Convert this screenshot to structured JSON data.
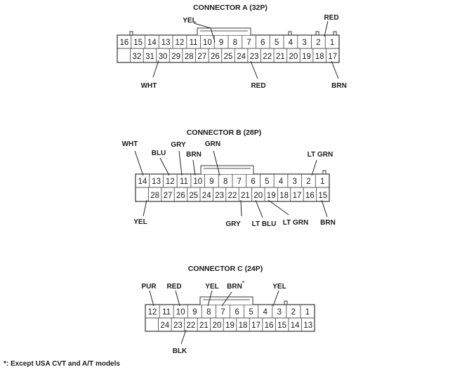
{
  "connectors": [
    {
      "id": "a",
      "title": "CONNECTOR A (32P)",
      "top_row": [
        "16",
        "15",
        "14",
        "13",
        "12",
        "11",
        "10",
        "9",
        "8",
        "7",
        "6",
        "5",
        "4",
        "3",
        "2",
        "1"
      ],
      "bottom_row": [
        "",
        "32",
        "31",
        "30",
        "29",
        "28",
        "27",
        "26",
        "25",
        "24",
        "23",
        "22",
        "21",
        "20",
        "19",
        "18",
        "17"
      ],
      "wires": [
        {
          "label": "YEL",
          "pin": "9"
        },
        {
          "label": "RED",
          "pin": "1"
        },
        {
          "label": "WHT",
          "pin": "30"
        },
        {
          "label": "RED",
          "pin": "23"
        },
        {
          "label": "BRN",
          "pin": "17"
        }
      ]
    },
    {
      "id": "b",
      "title": "CONNECTOR B (28P)",
      "top_row": [
        "14",
        "13",
        "12",
        "11",
        "10",
        "9",
        "8",
        "7",
        "6",
        "5",
        "4",
        "3",
        "2",
        "1"
      ],
      "bottom_row": [
        "",
        "28",
        "27",
        "26",
        "25",
        "24",
        "23",
        "22",
        "21",
        "20",
        "19",
        "18",
        "17",
        "16",
        "15"
      ],
      "wires": [
        {
          "label": "WHT",
          "pin": "14"
        },
        {
          "label": "BLU",
          "pin": "12"
        },
        {
          "label": "GRY",
          "pin": "11"
        },
        {
          "label": "BRN",
          "pin": "10"
        },
        {
          "label": "GRN",
          "pin": "8"
        },
        {
          "label": "LT GRN",
          "pin": "1"
        },
        {
          "label": "YEL",
          "pin": "28"
        },
        {
          "label": "GRY",
          "pin": "21"
        },
        {
          "label": "LT BLU",
          "pin": "20"
        },
        {
          "label": "LT GRN",
          "pin": "19"
        },
        {
          "label": "BRN",
          "pin": "15"
        }
      ]
    },
    {
      "id": "c",
      "title": "CONNECTOR C (24P)",
      "top_row": [
        "12",
        "11",
        "10",
        "9",
        "8",
        "7",
        "6",
        "5",
        "4",
        "3",
        "2",
        "1"
      ],
      "bottom_row": [
        "",
        "24",
        "23",
        "22",
        "21",
        "20",
        "19",
        "18",
        "17",
        "16",
        "15",
        "14",
        "13"
      ],
      "wires": [
        {
          "label": "PUR",
          "pin": "12"
        },
        {
          "label": "RED",
          "pin": "10"
        },
        {
          "label": "YEL",
          "pin": "8"
        },
        {
          "label": "BRN",
          "pin": "7",
          "mark": "*"
        },
        {
          "label": "YEL",
          "pin": "3"
        },
        {
          "label": "BLK",
          "pin": "22"
        }
      ]
    }
  ],
  "footnote": "*: Except USA CVT and A/T models"
}
